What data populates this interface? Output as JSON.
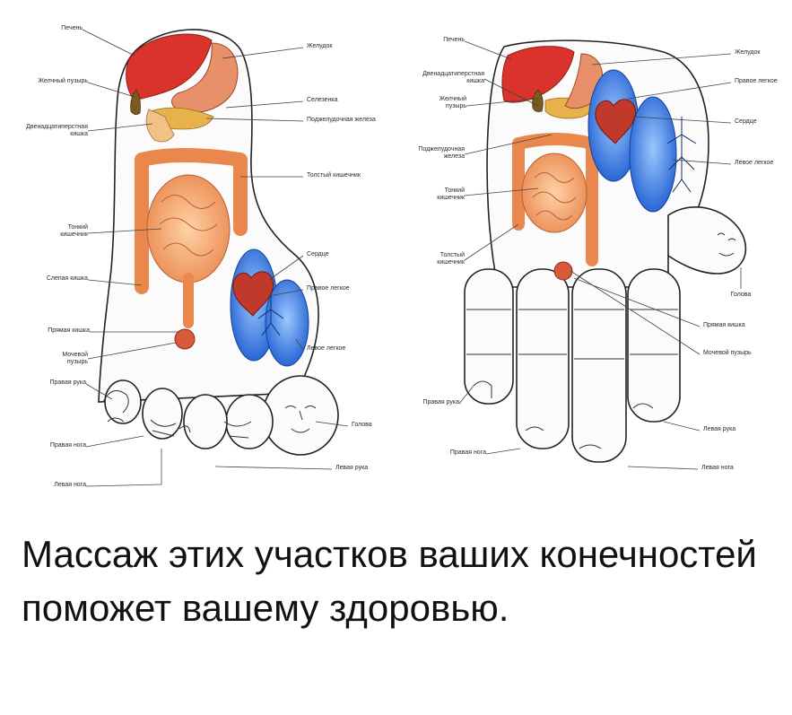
{
  "foot_labels_left": [
    {
      "lines": [
        "Печень"
      ]
    },
    {
      "lines": [
        "Желчный пузырь"
      ]
    },
    {
      "lines": [
        "Двенадцатиперстная",
        "кишка"
      ]
    },
    {
      "lines": [
        "Тонкий",
        "кишечник"
      ]
    },
    {
      "lines": [
        "Слепая кишка"
      ]
    },
    {
      "lines": [
        "Прямая кишка"
      ]
    },
    {
      "lines": [
        "Мочевой",
        "пузырь"
      ]
    },
    {
      "lines": [
        "Правая рука"
      ]
    },
    {
      "lines": [
        "Правая нога"
      ]
    },
    {
      "lines": [
        "Левая нога"
      ]
    }
  ],
  "foot_labels_right": [
    {
      "lines": [
        "Желудок"
      ]
    },
    {
      "lines": [
        "Селезенка"
      ]
    },
    {
      "lines": [
        "Поджелудочная железа"
      ]
    },
    {
      "lines": [
        "Толстый кишечник"
      ]
    },
    {
      "lines": [
        "Сердце"
      ]
    },
    {
      "lines": [
        "Правое легкое"
      ]
    },
    {
      "lines": [
        "Левое легкое"
      ]
    },
    {
      "lines": [
        "Голова"
      ]
    },
    {
      "lines": [
        "Левая рука"
      ]
    }
  ],
  "hand_labels_left": [
    {
      "lines": [
        "Печень"
      ]
    },
    {
      "lines": [
        "Двенадцатиперстная",
        "кишка"
      ]
    },
    {
      "lines": [
        "Желчный",
        "пузырь"
      ]
    },
    {
      "lines": [
        "Поджелудочная",
        "железа"
      ]
    },
    {
      "lines": [
        "Тонкий",
        "кишечник"
      ]
    },
    {
      "lines": [
        "Толстый",
        "кишечник"
      ]
    },
    {
      "lines": [
        "Правая рука"
      ]
    },
    {
      "lines": [
        "Правая нога"
      ]
    }
  ],
  "hand_labels_right": [
    {
      "lines": [
        "Желудок"
      ]
    },
    {
      "lines": [
        "Правое легкое"
      ]
    },
    {
      "lines": [
        "Сердце"
      ]
    },
    {
      "lines": [
        "Левое легкое"
      ]
    },
    {
      "lines": [
        "Голова"
      ]
    },
    {
      "lines": [
        "Прямая кишка"
      ]
    },
    {
      "lines": [
        "Мочевой пузырь"
      ]
    },
    {
      "lines": [
        "Левая рука"
      ]
    },
    {
      "lines": [
        "Левая нога"
      ]
    }
  ],
  "caption": "Массаж этих участков ваших конечностей поможет вашему здоровью.",
  "colors": {
    "liver": "#d9332b",
    "stomach": "#e8906a",
    "intestine": "#f0a56a",
    "lung": "#2f6fd8",
    "heart": "#c0392b",
    "bladder": "#d85a3a",
    "caption_text": "#111111"
  }
}
